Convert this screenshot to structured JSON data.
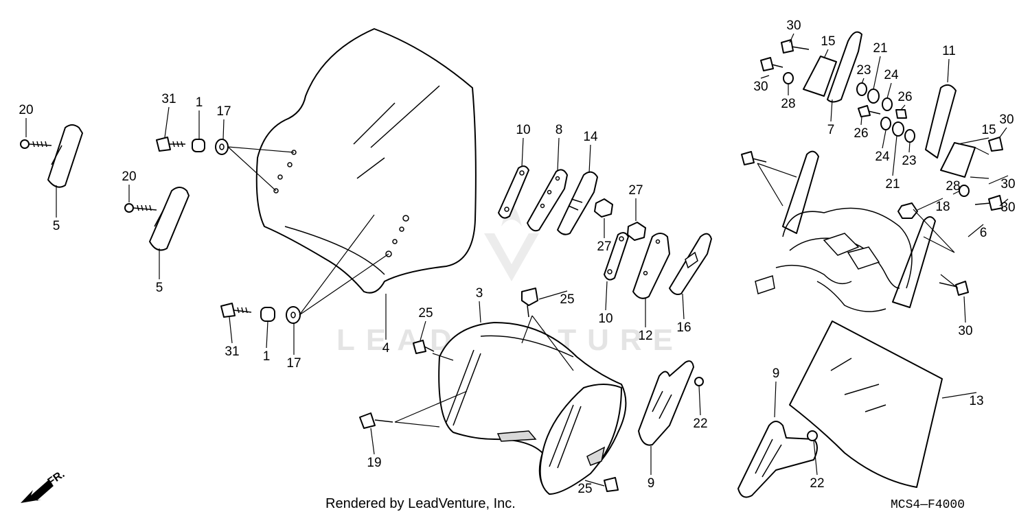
{
  "diagram": {
    "watermark": "LEADVENTURE",
    "footer_text": "Rendered by LeadVenture, Inc.",
    "diagram_code": "MCS4—F4000",
    "direction_label": "FR."
  },
  "callouts": [
    "20",
    "5",
    "20",
    "5",
    "31",
    "1",
    "17",
    "31",
    "1",
    "17",
    "4",
    "10",
    "8",
    "14",
    "27",
    "27",
    "10",
    "12",
    "16",
    "3",
    "25",
    "25",
    "19",
    "25",
    "9",
    "22",
    "9",
    "22",
    "13",
    "30",
    "15",
    "21",
    "23",
    "24",
    "26",
    "11",
    "30",
    "28",
    "7",
    "26",
    "24",
    "23",
    "21",
    "15",
    "30",
    "30",
    "28",
    "30",
    "18",
    "6",
    "30"
  ]
}
